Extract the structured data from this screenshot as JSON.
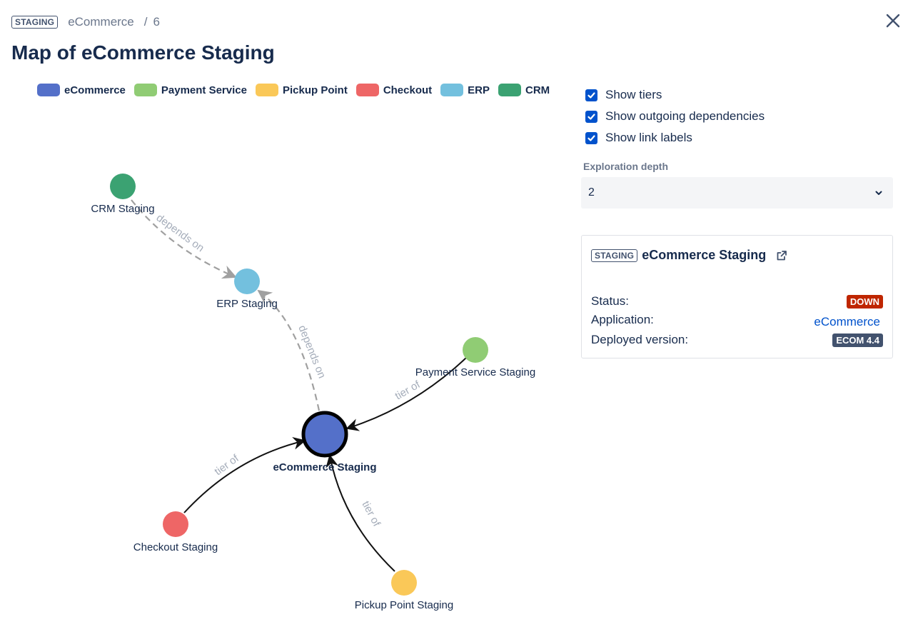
{
  "header": {
    "env_badge": "STAGING",
    "breadcrumb_app": "eCommerce",
    "breadcrumb_sep": "/",
    "breadcrumb_id": "6",
    "close_icon": "close-icon"
  },
  "page_title": "Map of eCommerce Staging",
  "legend": [
    {
      "label": "eCommerce",
      "color": "#5470c9"
    },
    {
      "label": "Payment Service",
      "color": "#90cc74"
    },
    {
      "label": "Pickup Point",
      "color": "#fac858"
    },
    {
      "label": "Checkout",
      "color": "#ee6666"
    },
    {
      "label": "ERP",
      "color": "#73c0de"
    },
    {
      "label": "CRM",
      "color": "#3ba272"
    }
  ],
  "graph": {
    "nodes": [
      {
        "id": "crm",
        "label": "CRM Staging",
        "color": "#3ba272"
      },
      {
        "id": "erp",
        "label": "ERP Staging",
        "color": "#73c0de"
      },
      {
        "id": "payment",
        "label": "Payment Service Staging",
        "color": "#90cc74"
      },
      {
        "id": "ecom",
        "label": "eCommerce Staging",
        "color": "#5470c9",
        "selected": true
      },
      {
        "id": "checkout",
        "label": "Checkout Staging",
        "color": "#ee6666"
      },
      {
        "id": "pickup",
        "label": "Pickup Point Staging",
        "color": "#fac858"
      }
    ],
    "edges": [
      {
        "from": "crm",
        "to": "erp",
        "label": "depends on",
        "style": "dashed"
      },
      {
        "from": "ecom",
        "to": "erp",
        "label": "depends on",
        "style": "dashed"
      },
      {
        "from": "payment",
        "to": "ecom",
        "label": "tier of",
        "style": "solid"
      },
      {
        "from": "checkout",
        "to": "ecom",
        "label": "tier of",
        "style": "solid"
      },
      {
        "from": "pickup",
        "to": "ecom",
        "label": "tier of",
        "style": "solid"
      }
    ]
  },
  "controls": {
    "show_tiers": {
      "label": "Show tiers",
      "checked": true
    },
    "show_outgoing": {
      "label": "Show outgoing dependencies",
      "checked": true
    },
    "show_link_labels": {
      "label": "Show link labels",
      "checked": true
    }
  },
  "exploration": {
    "label": "Exploration depth",
    "value": "2"
  },
  "details": {
    "env_badge": "STAGING",
    "name": "eCommerce Staging",
    "external_link_icon": "external-link-icon",
    "status_label": "Status:",
    "status_value": "DOWN",
    "application_label": "Application:",
    "application_value": "eCommerce",
    "version_label": "Deployed version:",
    "version_value": "ECOM 4.4"
  }
}
